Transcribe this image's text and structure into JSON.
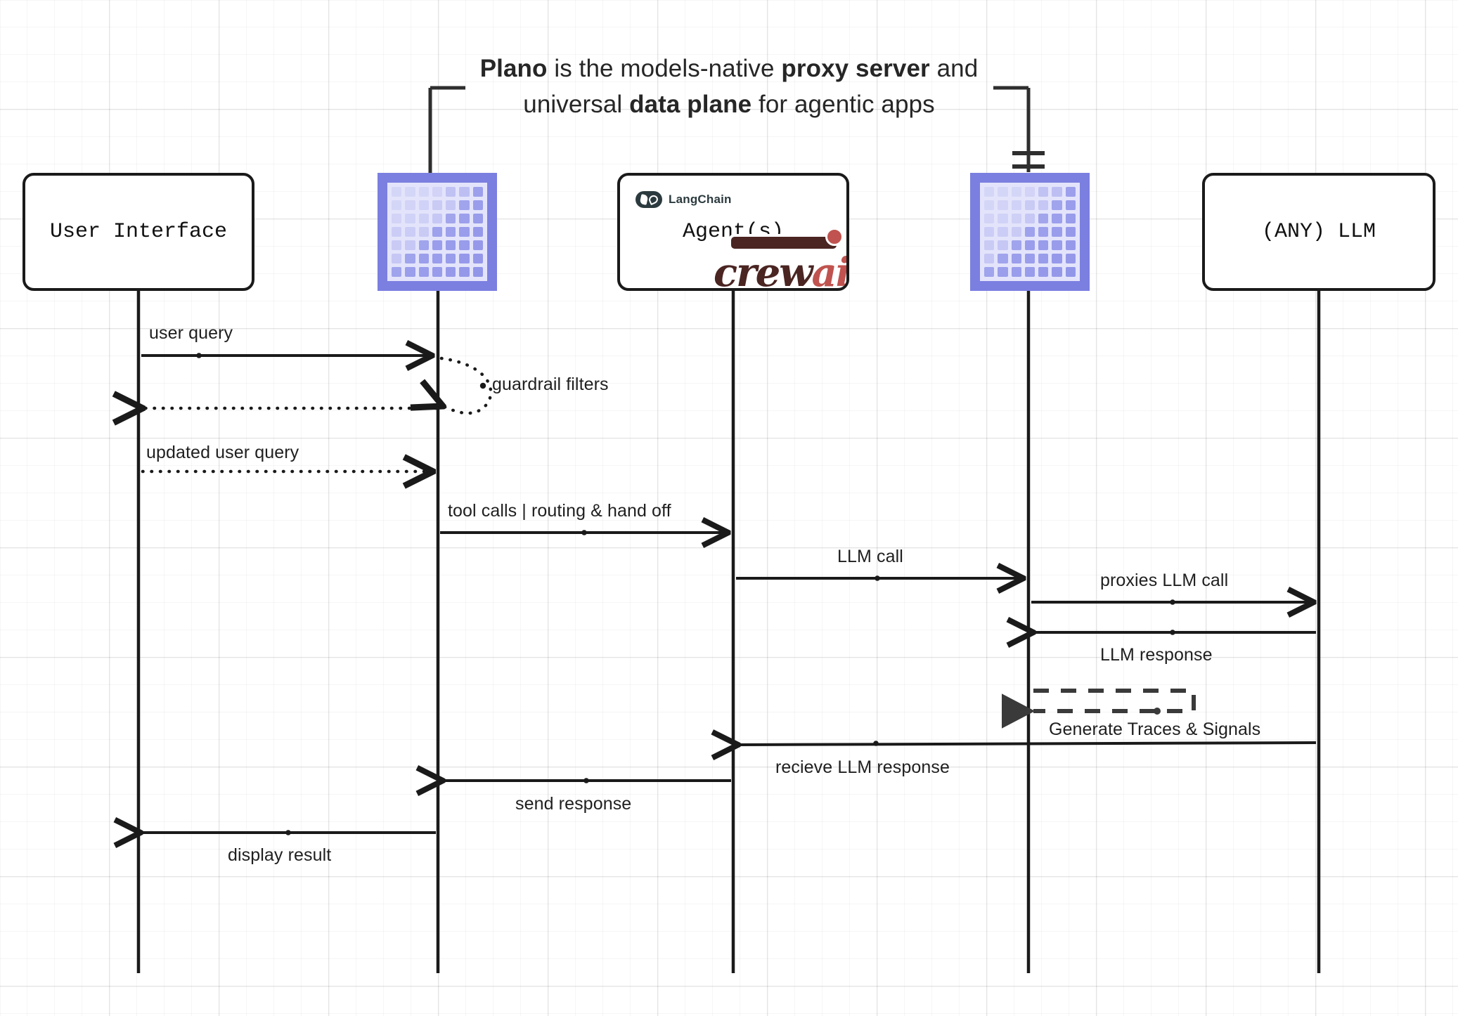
{
  "title": {
    "line1_pre": "Plano",
    "line1_mid": " is the models-native ",
    "line1_bold2": "proxy server",
    "line1_post": " and",
    "line2_pre": "universal ",
    "line2_bold": "data plane",
    "line2_post": " for agentic apps",
    "full": "Plano is the models-native proxy server and universal data plane for agentic apps"
  },
  "colors": {
    "accent_purple": "#7b7fe0",
    "accent_purple_light": "#e3e4fb",
    "accent_purple_cell": "#8f93e8",
    "line": "#1a1a1a",
    "text": "#1f1f1f",
    "langchain": "#2b3a3e",
    "crew_dark": "#4a2522",
    "crew_red": "#c0534f"
  },
  "participants": [
    {
      "id": "ui",
      "label": "User Interface",
      "kind": "box"
    },
    {
      "id": "plano1",
      "label": "",
      "kind": "logo"
    },
    {
      "id": "agents",
      "label": "Agent(s)",
      "kind": "agent-box",
      "badge": "LangChain",
      "logo": "crewai"
    },
    {
      "id": "plano2",
      "label": "",
      "kind": "logo"
    },
    {
      "id": "llm",
      "label": "(ANY) LLM",
      "kind": "box"
    }
  ],
  "messages": [
    {
      "id": "m1",
      "label": "user query",
      "style": "solid",
      "dir": "right",
      "from": "ui",
      "to": "plano1"
    },
    {
      "id": "m2",
      "label": "guardrail filters",
      "style": "dotted",
      "dir": "self",
      "from": "plano1",
      "to": "plano1"
    },
    {
      "id": "m3",
      "label": "",
      "style": "dotted",
      "dir": "left",
      "from": "plano1",
      "to": "ui"
    },
    {
      "id": "m4",
      "label": "updated user query",
      "style": "dotted",
      "dir": "right",
      "from": "ui",
      "to": "plano1"
    },
    {
      "id": "m5",
      "label": "tool calls | routing & hand off",
      "style": "solid",
      "dir": "right",
      "from": "plano1",
      "to": "agents"
    },
    {
      "id": "m6",
      "label": "LLM call",
      "style": "solid",
      "dir": "right",
      "from": "agents",
      "to": "plano2"
    },
    {
      "id": "m7",
      "label": "proxies LLM call",
      "style": "solid",
      "dir": "right",
      "from": "plano2",
      "to": "llm"
    },
    {
      "id": "m8",
      "label": "LLM response",
      "style": "solid",
      "dir": "left",
      "from": "llm",
      "to": "plano2"
    },
    {
      "id": "m9",
      "label": "Generate Traces & Signals",
      "style": "dashed",
      "dir": "self",
      "from": "plano2",
      "to": "plano2"
    },
    {
      "id": "m10",
      "label": "recieve LLM response",
      "style": "solid",
      "dir": "left",
      "from": "plano2",
      "to": "agents"
    },
    {
      "id": "m11",
      "label": "send response",
      "style": "solid",
      "dir": "left",
      "from": "agents",
      "to": "plano1"
    },
    {
      "id": "m12",
      "label": "display result",
      "style": "solid",
      "dir": "left",
      "from": "plano1",
      "to": "ui"
    }
  ]
}
